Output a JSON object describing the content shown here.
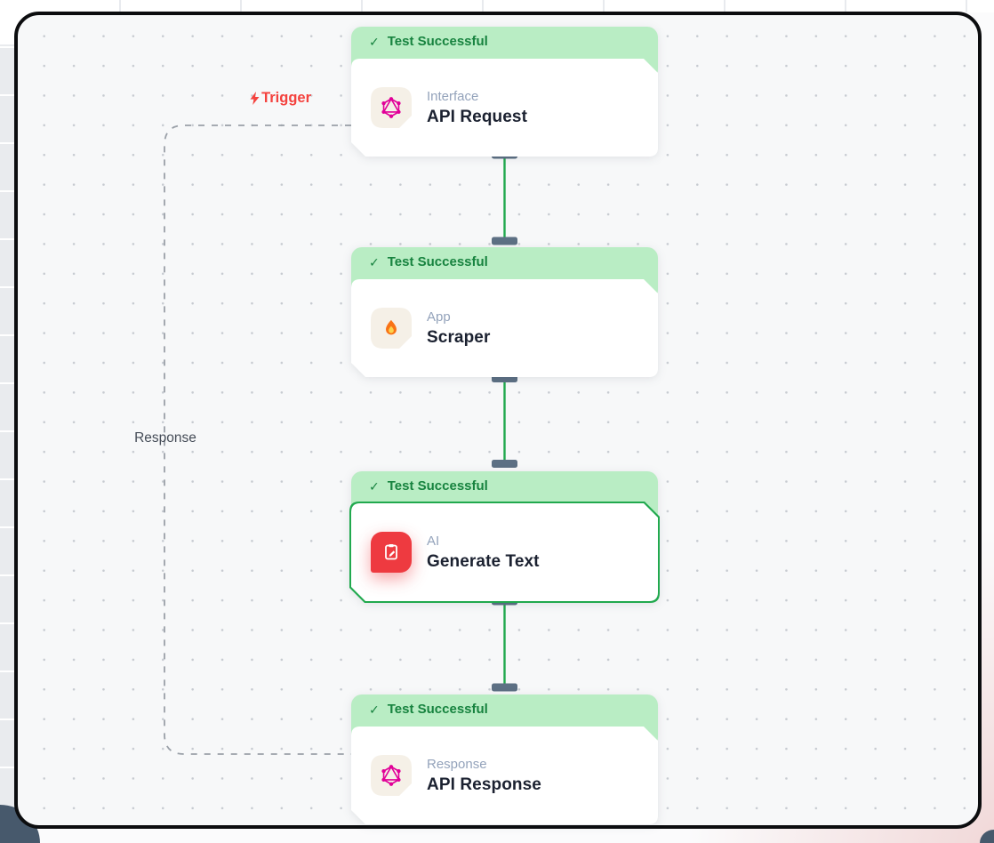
{
  "canvas": {
    "trigger_label": "Trigger",
    "response_label": "Response"
  },
  "nodes": [
    {
      "status": "Test Successful",
      "category": "Interface",
      "title": "API Request",
      "icon": "graphql-icon",
      "selected": false
    },
    {
      "status": "Test Successful",
      "category": "App",
      "title": "Scraper",
      "icon": "fire-icon",
      "selected": false
    },
    {
      "status": "Test Successful",
      "category": "AI",
      "title": "Generate Text",
      "icon": "clipboard-pen-icon",
      "selected": true
    },
    {
      "status": "Test Successful",
      "category": "Response",
      "title": "API Response",
      "icon": "graphql-icon",
      "selected": false
    }
  ],
  "checkmark": "✓",
  "colors": {
    "frame_border": "#0c0d0f",
    "canvas_bg": "#f7f8f9",
    "dot_color": "#c7cbd1",
    "header_green": "#b9edc4",
    "header_text_green": "#17833f",
    "edge_green": "#21a94e",
    "handle_slate": "#5d7084",
    "dash_gray": "#9aa0a8",
    "node_bg": "#ffffff",
    "category_text": "#94a3bb",
    "title_text": "#1b2130",
    "trigger_red": "#f4423e",
    "response_text": "#464d58",
    "icon_cream_bg": "#f5f0e7",
    "graphql_pink": "#e10098",
    "ai_icon_red": "#ee3a40"
  }
}
